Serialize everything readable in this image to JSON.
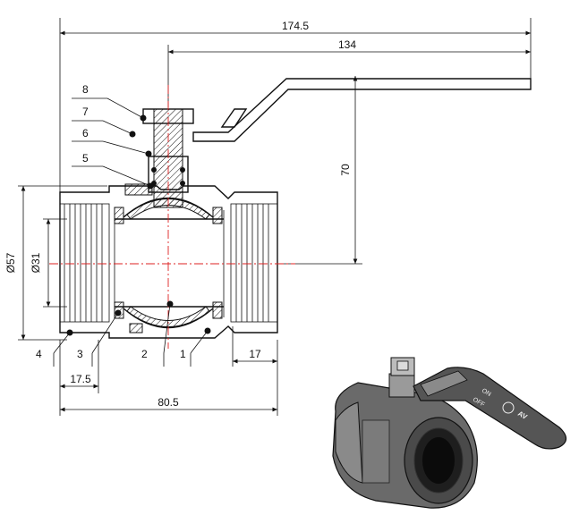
{
  "dimensions": {
    "overall_length": "174.5",
    "handle_length": "134",
    "stem_height": "70",
    "outer_diameter": "Ø57",
    "bore_diameter": "Ø31",
    "thread_length": "17.5",
    "body_length": "80.5",
    "end_length": "17"
  },
  "callouts": [
    "1",
    "2",
    "3",
    "4",
    "5",
    "6",
    "7",
    "8"
  ],
  "colors": {
    "line": "#111111",
    "centerline": "#dd2222",
    "background": "#ffffff"
  },
  "photo": {
    "handle_text_on": "ON",
    "handle_text_off": "OFF",
    "handle_brand": "AV"
  }
}
